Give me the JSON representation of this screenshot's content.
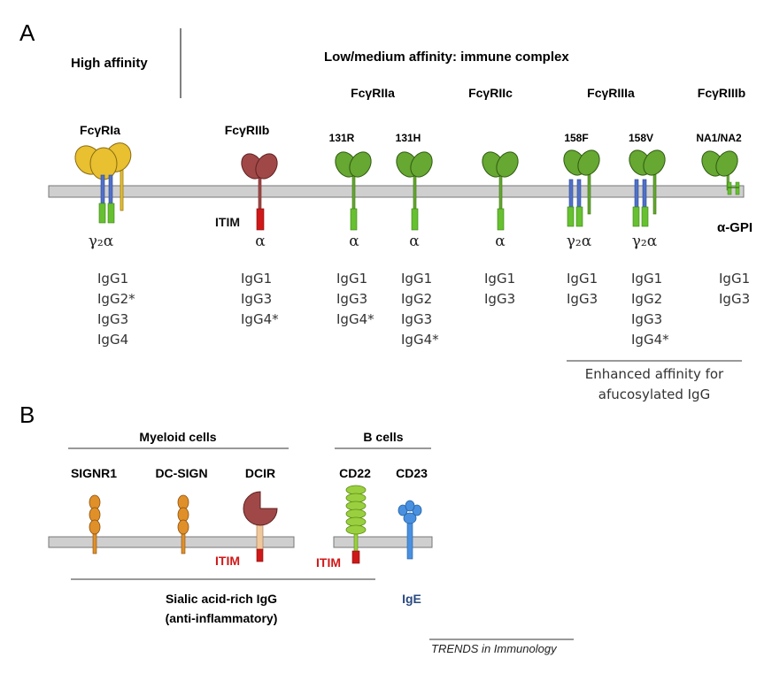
{
  "panels": {
    "a": "A",
    "b": "B"
  },
  "panel_a": {
    "high_affinity": "High affinity",
    "low_affinity": "Low/medium affinity: immune complex",
    "receptors": {
      "fcgr1a": {
        "name": "FcγRIa",
        "chain": "γ₂α",
        "igg": [
          "IgG1",
          "IgG2*",
          "IgG3",
          "IgG4"
        ]
      },
      "fcgr2b": {
        "name": "FcγRIIb",
        "motif": "ITIM",
        "chain": "α",
        "igg": [
          "IgG1",
          "IgG3",
          "IgG4*"
        ]
      },
      "fcgr2a": {
        "name": "FcγRIIa",
        "variants": [
          {
            "label": "131R",
            "chain": "α",
            "igg": [
              "IgG1",
              "IgG3",
              "IgG4*"
            ]
          },
          {
            "label": "131H",
            "chain": "α",
            "igg": [
              "IgG1",
              "IgG2",
              "IgG3",
              "IgG4*"
            ]
          }
        ]
      },
      "fcgr2c": {
        "name": "FcγRIIc",
        "chain": "α",
        "igg": [
          "IgG1",
          "IgG3"
        ]
      },
      "fcgr3a": {
        "name": "FcγRIIIa",
        "variants": [
          {
            "label": "158F",
            "chain": "γ₂α",
            "igg": [
              "IgG1",
              "IgG3"
            ]
          },
          {
            "label": "158V",
            "chain": "γ₂α",
            "igg": [
              "IgG1",
              "IgG2",
              "IgG3",
              "IgG4*"
            ]
          }
        ]
      },
      "fcgr3b": {
        "name": "FcγRIIIb",
        "variant": "NA1/NA2",
        "chain": "α-GPI",
        "igg": [
          "IgG1",
          "IgG3"
        ]
      }
    },
    "enhanced_note": [
      "Enhanced affinity for",
      "afucosylated IgG"
    ]
  },
  "panel_b": {
    "myeloid_header": "Myeloid cells",
    "bcell_header": "B cells",
    "receptors": {
      "signr1": "SIGNR1",
      "dcsign": "DC-SIGN",
      "dcir": "DCIR",
      "cd22": "CD22",
      "cd23": "CD23"
    },
    "itim_label": "ITIM",
    "sialic_note": [
      "Sialic acid-rich IgG",
      "(anti-inflammatory)"
    ],
    "ige_label": "IgE"
  },
  "footer": "TRENDS in Immunology",
  "colors": {
    "membrane": "#cfcfcf",
    "yellow_receptor": "#e8c030",
    "red_receptor": "#a04848",
    "green_receptor": "#66a832",
    "gamma_chain": "#5070c8",
    "itim_red": "#d01818",
    "lectin_orange": "#e09028",
    "cd22_green": "#9ad040",
    "cd23_blue": "#4a90e0",
    "ige_text": "#2a4a80"
  }
}
